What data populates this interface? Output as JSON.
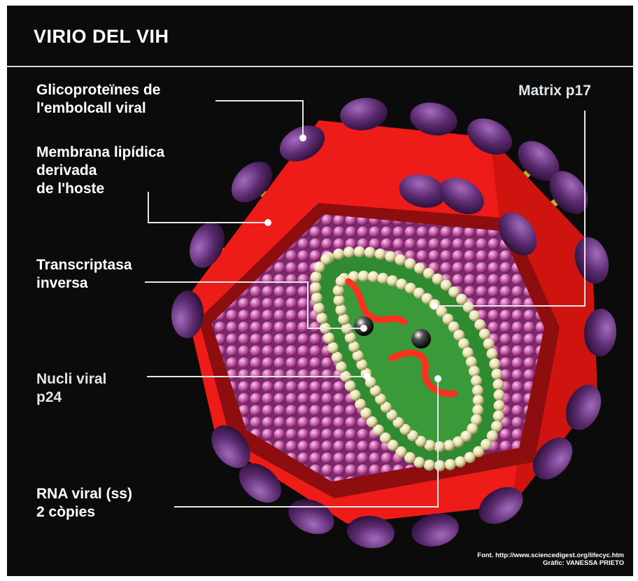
{
  "title": "VIRIO DEL VIH",
  "labels": {
    "glycoproteins": [
      "Glicoproteïnes de",
      "l'embolcall viral"
    ],
    "membrane": [
      "Membrana lipídica",
      "derivada",
      "de l'hoste"
    ],
    "matrix": "Matrix p17",
    "reverse_transcriptase": [
      "Transcriptasa",
      "inversa"
    ],
    "core": [
      "Nucli viral",
      "p24"
    ],
    "rna": [
      "RNA viral (ss)",
      "2 còpies"
    ]
  },
  "credits": {
    "source": "Font. http://www.sciencedigest.org/lifecyc.htm",
    "graphic": "Gràfic: VANESSA PRIETO"
  },
  "colors": {
    "background": "#0b0b0b",
    "envelope": "#ee1c18",
    "envelope_dark": "#8e0d0f",
    "matrix_beads": "#c85aa8",
    "capsid_beads": "#e9e3b2",
    "core_fill": "#2f8a31",
    "rna": "#ff3020",
    "glycoprotein_cap": "#5a2a6e",
    "glycoprotein_stem": "#b5b02a"
  }
}
